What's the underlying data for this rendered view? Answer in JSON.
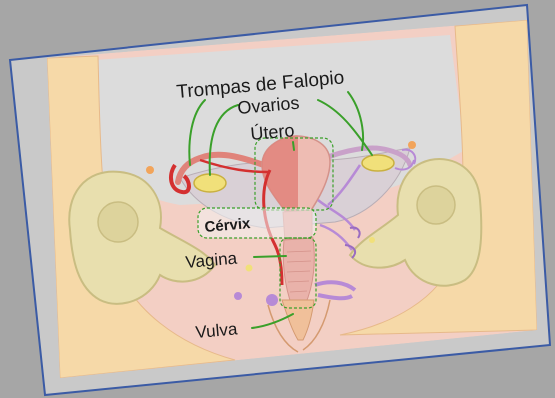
{
  "labels": {
    "trompas": "Trompas de Falopio",
    "ovarios": "Ovarios",
    "utero": "Útero",
    "cervix": "Cérvix",
    "vagina": "Vagina",
    "vulva": "Vulva"
  },
  "colors": {
    "background": "#a6a6a6",
    "frame": "#3b5ba5",
    "pointer": "#3aa02a",
    "skin": "#f6d9a8",
    "flesh": "#f3cfc4",
    "bone": "#e8dfae",
    "bone_edge": "#c9bd82",
    "uterus": "#e0837a",
    "uterus_light": "#eebcb3",
    "vessel": "#d43030",
    "ovary": "#f1e07a",
    "purple": "#b78ad6",
    "membrane": "#d9d0d6"
  }
}
